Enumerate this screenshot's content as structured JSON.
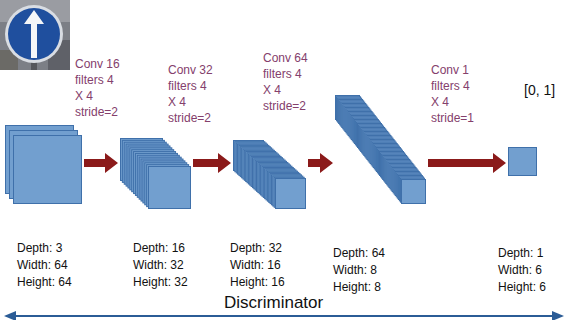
{
  "diagram": {
    "nodes": [
      {
        "text": [
          "Depth: 3 Width: 64 Height: 64"
        ]
      },
      {
        "text": [
          "Depth: 16 Width: 32 Height: 32"
        ]
      },
      {
        "text": [
          "Depth: 32 Width: 16 Height: 16"
        ]
      },
      {
        "text": [
          "Depth: 64 Width: 8 Height: 8"
        ]
      },
      {
        "text": [
          "[0, 1]",
          "Depth: 1 Width: 6 Height: 6"
        ]
      }
    ],
    "edges": [
      {
        "from": 0,
        "to": 1,
        "arrow": "to",
        "label": "Conv 16 filters 4 X 4 stride=2"
      },
      {
        "from": 1,
        "to": 2,
        "arrow": "to",
        "label": "Conv 32 filters 4 X 4 stride=2"
      },
      {
        "from": 2,
        "to": 3,
        "arrow": "to",
        "label": "Conv 64 filters 4 X 4 stride=2"
      },
      {
        "from": 3,
        "to": 4,
        "arrow": "to",
        "label": "Conv 1 filters 4 X 4 stride=1"
      }
    ],
    "labels": [
      "Discriminator"
    ]
  }
}
